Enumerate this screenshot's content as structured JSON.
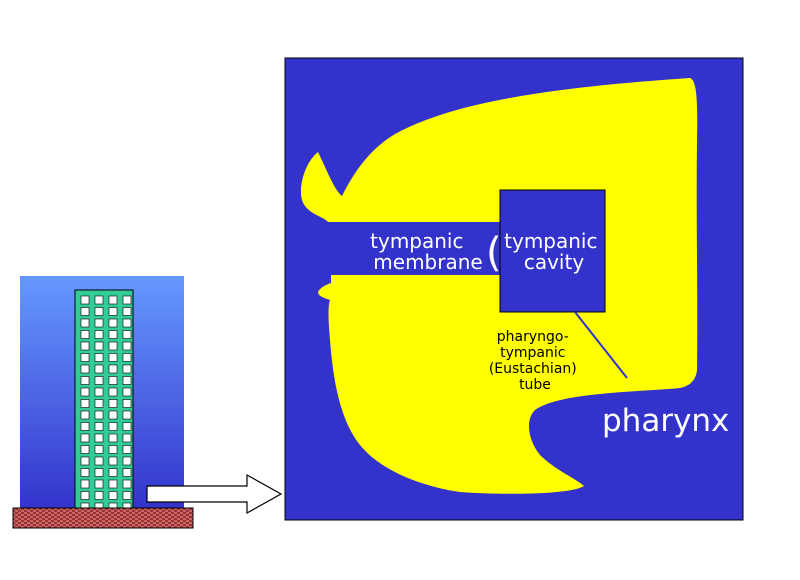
{
  "labels": {
    "tympanic_membrane": [
      "tympanic",
      "membrane"
    ],
    "tympanic_cavity": [
      "tympanic",
      "cavity"
    ],
    "eustachian_tube": [
      "pharyngo-",
      "tympanic",
      "(Eustachian)",
      "tube"
    ],
    "pharynx": "pharynx",
    "membrane_bracket": "("
  },
  "colors": {
    "panel_blue": "#3333cc",
    "yellow": "#ffff00",
    "building_sky_top": "#6699ff",
    "building_sky_bottom": "#3333cc",
    "tower": "#33cc99",
    "ground": "#993333",
    "white": "#ffffff",
    "black": "#000000"
  },
  "icons": {
    "building": "building-icon",
    "arrow": "arrow-right-icon"
  }
}
